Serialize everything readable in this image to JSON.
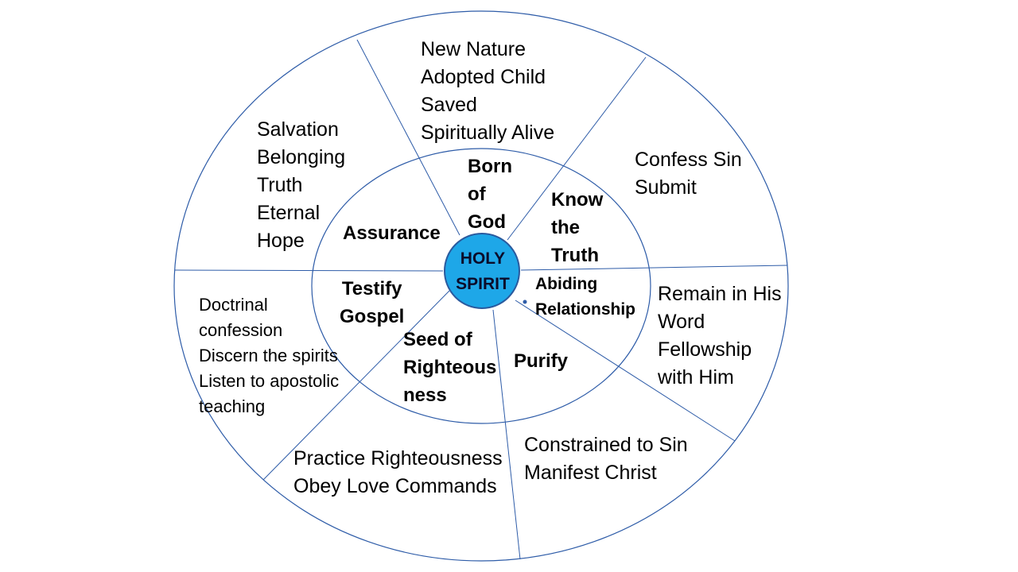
{
  "colors": {
    "line": "#2e5ca8",
    "center_fill": "#1ea7e8",
    "center_stroke": "#2a5a9e",
    "text": "#000000"
  },
  "center": {
    "label": "HOLY\nSPIRIT"
  },
  "inner_segments": [
    {
      "id": "born-of-god",
      "label": "Born\nof\nGod"
    },
    {
      "id": "know-the-truth",
      "label": "Know\nthe\nTruth"
    },
    {
      "id": "abiding-relationship",
      "label": "Abiding\nRelationship"
    },
    {
      "id": "purify",
      "label": "Purify"
    },
    {
      "id": "seed-of-righteousness",
      "label": "Seed of\nRighteous\nness"
    },
    {
      "id": "testify-gospel",
      "label": "Testify\nGospel"
    },
    {
      "id": "assurance",
      "label": "Assurance"
    }
  ],
  "outer_segments": [
    {
      "id": "new-nature",
      "text": "New Nature\nAdopted Child\nSaved\nSpiritually Alive"
    },
    {
      "id": "confess-sin",
      "text": "Confess Sin\nSubmit"
    },
    {
      "id": "remain-in-his-word",
      "text": "Remain in His\nWord\nFellowship\nwith Him"
    },
    {
      "id": "constrained-to-sin",
      "text": "Constrained to Sin\nManifest Christ"
    },
    {
      "id": "practice-righteousness",
      "text": "Practice Righteousness\nObey Love Commands"
    },
    {
      "id": "doctrinal-confession",
      "text": "Doctrinal\nconfession\nDiscern the spirits\nListen to apostolic\nteaching"
    },
    {
      "id": "salvation",
      "text": "Salvation\nBelonging\nTruth\nEternal\nHope"
    }
  ]
}
